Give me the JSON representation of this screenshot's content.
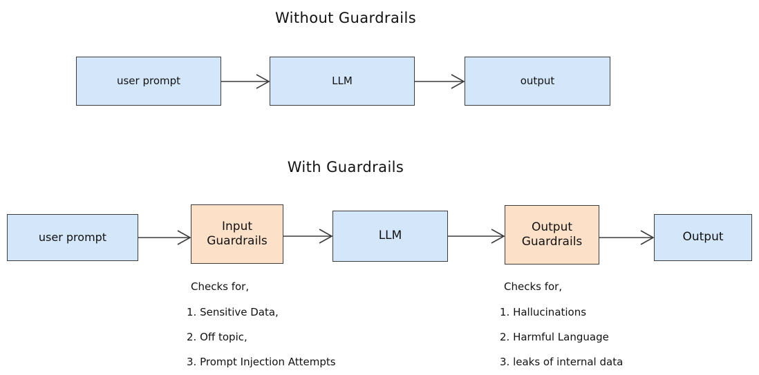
{
  "page": {
    "background": "#ffffff",
    "fill_blue": "#d4e6f9",
    "fill_peach": "#fce0c8",
    "stroke": "#3b3b3b"
  },
  "sections": {
    "without": {
      "title": "Without Guardrails",
      "nodes": [
        {
          "label": "user prompt",
          "color": "blue"
        },
        {
          "label": "LLM",
          "color": "blue"
        },
        {
          "label": "output",
          "color": "blue"
        }
      ]
    },
    "with": {
      "title": "With Guardrails",
      "nodes": [
        {
          "label": "user prompt",
          "color": "blue"
        },
        {
          "label": "Input\nGuardrails",
          "color": "peach"
        },
        {
          "label": "LLM",
          "color": "blue"
        },
        {
          "label": "Output\nGuardrails",
          "color": "peach"
        },
        {
          "label": "Output",
          "color": "blue"
        }
      ],
      "annotations": [
        {
          "heading": "Checks for,",
          "items": [
            "1. Sensitive Data,",
            "2. Off topic,",
            "3. Prompt Injection Attempts"
          ]
        },
        {
          "heading": "Checks for,",
          "items": [
            "1. Hallucinations",
            "2. Harmful Language",
            "3. leaks of internal data"
          ]
        }
      ]
    }
  }
}
